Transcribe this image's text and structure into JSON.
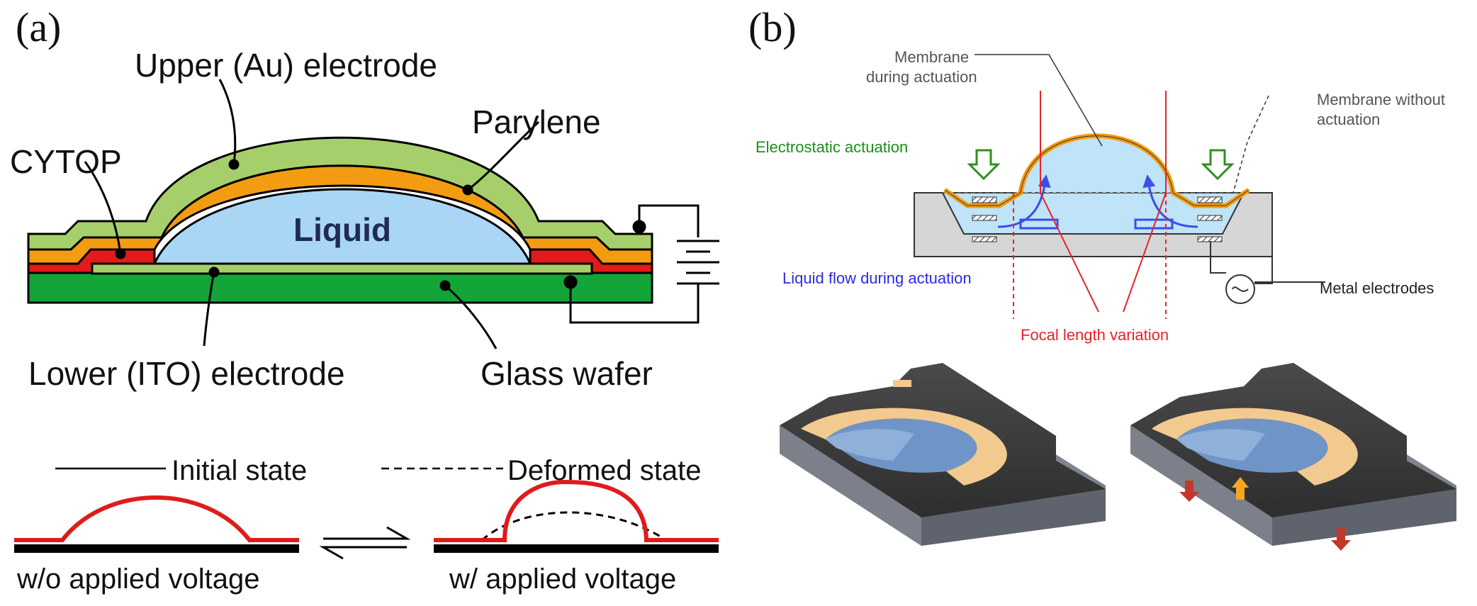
{
  "panel_a": {
    "tag": "(a)",
    "labels": {
      "upper_electrode": "Upper (Au) electrode",
      "parylene": "Parylene",
      "cytop": "CYTOP",
      "liquid": "Liquid",
      "lower_electrode": "Lower (ITO) electrode",
      "glass_wafer": "Glass wafer"
    },
    "legend": {
      "initial": "Initial state",
      "deformed": "Deformed state"
    },
    "states": {
      "without_voltage": "w/o applied voltage",
      "with_voltage": "w/ applied voltage"
    }
  },
  "panel_b": {
    "tag": "(b)",
    "labels": {
      "membrane_during_line1": "Membrane",
      "membrane_during_line2": "during actuation",
      "membrane_without_line1": "Membrane without",
      "membrane_without_line2": "actuation",
      "electrostatic": "Electrostatic actuation",
      "liquid_flow": "Liquid flow during actuation",
      "metal_electrodes": "Metal electrodes",
      "focal_length": "Focal length variation"
    }
  },
  "colors": {
    "green_light": "#a6cf6b",
    "orange": "#f39c12",
    "red": "#e11a1a",
    "green_dark": "#13a538",
    "liquid": "#a9d6f5",
    "blue_label": "#2a2ae8",
    "green_label": "#1a8f1a",
    "red_label": "#e8232a"
  }
}
